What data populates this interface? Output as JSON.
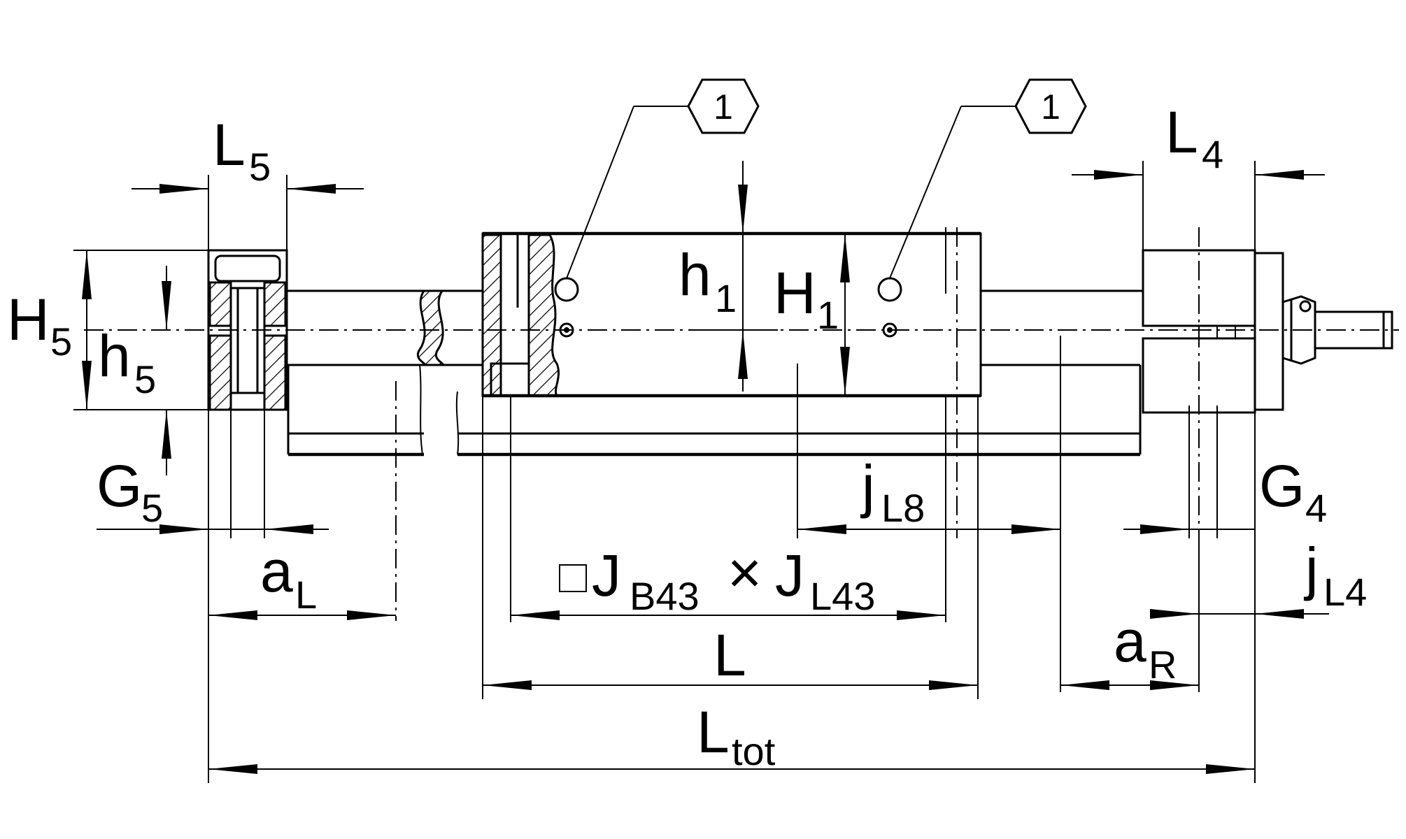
{
  "callouts": [
    "1",
    "1"
  ],
  "labels": {
    "L5": {
      "main": "L",
      "sub": "5"
    },
    "L4": {
      "main": "L",
      "sub": "4"
    },
    "H5": {
      "main": "H",
      "sub": "5"
    },
    "h5": {
      "main": "h",
      "sub": "5"
    },
    "h1": {
      "main": "h",
      "sub": "1"
    },
    "H1": {
      "main": "H",
      "sub": "1"
    },
    "G5": {
      "main": "G",
      "sub": "5"
    },
    "G4": {
      "main": "G",
      "sub": "4"
    },
    "jL8": {
      "main": "j",
      "sub": "L8"
    },
    "jL4": {
      "main": "j",
      "sub": "L4"
    },
    "aL": {
      "main": "a",
      "sub": "L"
    },
    "aR": {
      "main": "a",
      "sub": "R"
    },
    "JB43": {
      "main": "J",
      "sub": "B43"
    },
    "times": "×",
    "JL43": {
      "main": "J",
      "sub": "L43"
    },
    "L": "L",
    "Ltot": {
      "main": "L",
      "sub": "tot"
    }
  }
}
